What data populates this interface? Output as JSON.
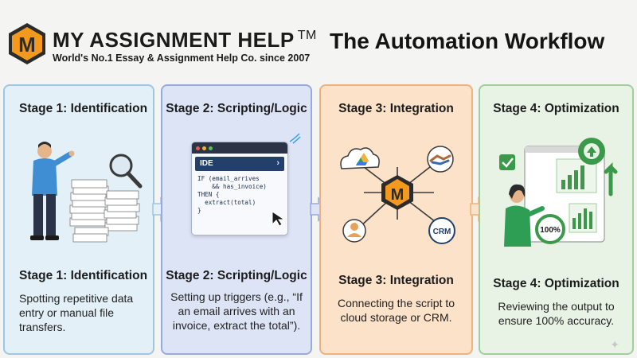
{
  "brand": {
    "logo_letter": "M",
    "name": "MY ASSIGNMENT HELP",
    "trademark": "TM",
    "tagline": "World's No.1 Essay & Assignment Help Co. since 2007"
  },
  "title": "The Automation Workflow",
  "stages": [
    {
      "title": "Stage 1: Identification",
      "subtitle": "Stage 1: Identification",
      "description": "Spotting repetitive data entry or manual file transfers."
    },
    {
      "title": "Stage 2: Scripting/Logic",
      "subtitle": "Stage 2: Scripting/Logic",
      "description": "Setting up triggers (e.g., “If an email arrives with an invoice, extract the total”).",
      "ide": {
        "label": "IDE",
        "code": "IF (email_arrives\n    && has_invoice)\nTHEN {\n  extract(total)\n}"
      }
    },
    {
      "title": "Stage 3: Integration",
      "subtitle": "Stage 3: Integration",
      "description": "Connecting the script to cloud storage or CRM.",
      "hub_letter": "M",
      "crm_label": "CRM"
    },
    {
      "title": "Stage 4: Optimization",
      "subtitle": "Stage 4: Optimization",
      "description": "Reviewing the output to ensure 100% accuracy.",
      "gauge_label": "100%"
    }
  ],
  "colors": {
    "accent_orange": "#f39a1e",
    "stage1_bg": "#e3f0f8",
    "stage2_bg": "#dde4f6",
    "stage3_bg": "#fbe2c9",
    "stage4_bg": "#e8f3e5",
    "green": "#3a9a4a",
    "navy": "#23406b"
  },
  "icons": [
    "person-pointing-icon",
    "paper-stack-icon",
    "magnifier-icon",
    "cloud-drive-icon",
    "handshake-icon",
    "user-icon",
    "crm-icon",
    "dashboard-icon",
    "gear-icon",
    "checkmark-icon",
    "arrow-right-icon",
    "sparkle-icon"
  ]
}
